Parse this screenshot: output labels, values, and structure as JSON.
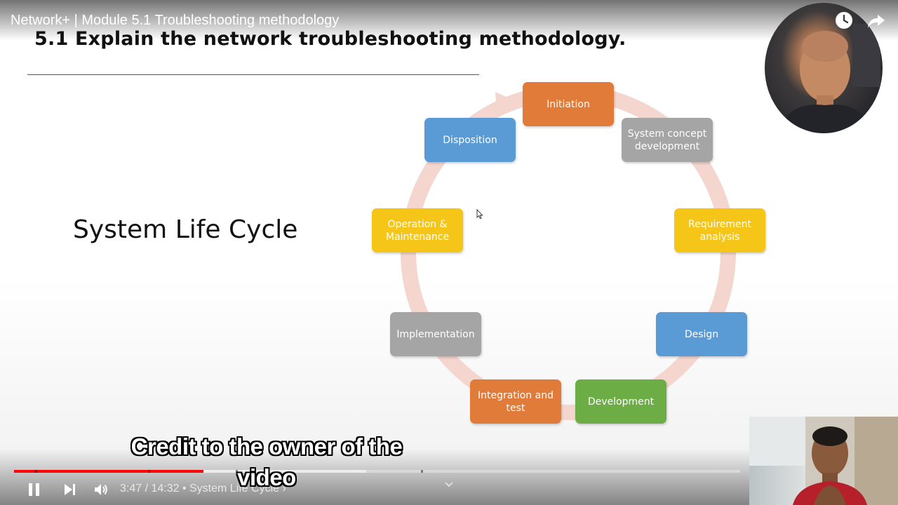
{
  "video": {
    "title": "Network+ | Module 5.1 Troubleshooting methodology"
  },
  "slide": {
    "heading": "5.1 Explain the network troubleshooting methodology.",
    "subject": "System Life Cycle",
    "stages": [
      {
        "label": "Initiation",
        "color": "#E07B39"
      },
      {
        "label": "System concept development",
        "color": "#A5A5A5"
      },
      {
        "label": "Requirement analysis",
        "color": "#F5C518"
      },
      {
        "label": "Design",
        "color": "#5A9BD5"
      },
      {
        "label": "Development",
        "color": "#6CAE45"
      },
      {
        "label": "Integration and test",
        "color": "#E07B39"
      },
      {
        "label": "Implementation",
        "color": "#A5A5A5"
      },
      {
        "label": "Operation & Maintenance",
        "color": "#F5C518"
      },
      {
        "label": "Disposition",
        "color": "#5A9BD5"
      }
    ],
    "ring_color": "#F4D6CF"
  },
  "caption": {
    "text": "Credit to the owner of the video"
  },
  "player": {
    "time": "3:47 / 14:32 • System Life Cycle ›",
    "progress_fraction": 0.261,
    "accent_color": "#FF0000",
    "icons": {
      "play_pause": "pause-icon",
      "next": "next-icon",
      "volume": "volume-icon",
      "watch_later": "clock-icon",
      "share": "share-icon",
      "chapters": "chevron-down-icon"
    }
  }
}
